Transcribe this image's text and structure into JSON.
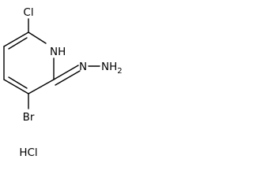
{
  "molecule": {
    "atoms": {
      "cl": "Cl",
      "nh": "NH",
      "nh2": "NH",
      "nh2_sub": "2",
      "br": "Br"
    },
    "salt": "HCl"
  }
}
